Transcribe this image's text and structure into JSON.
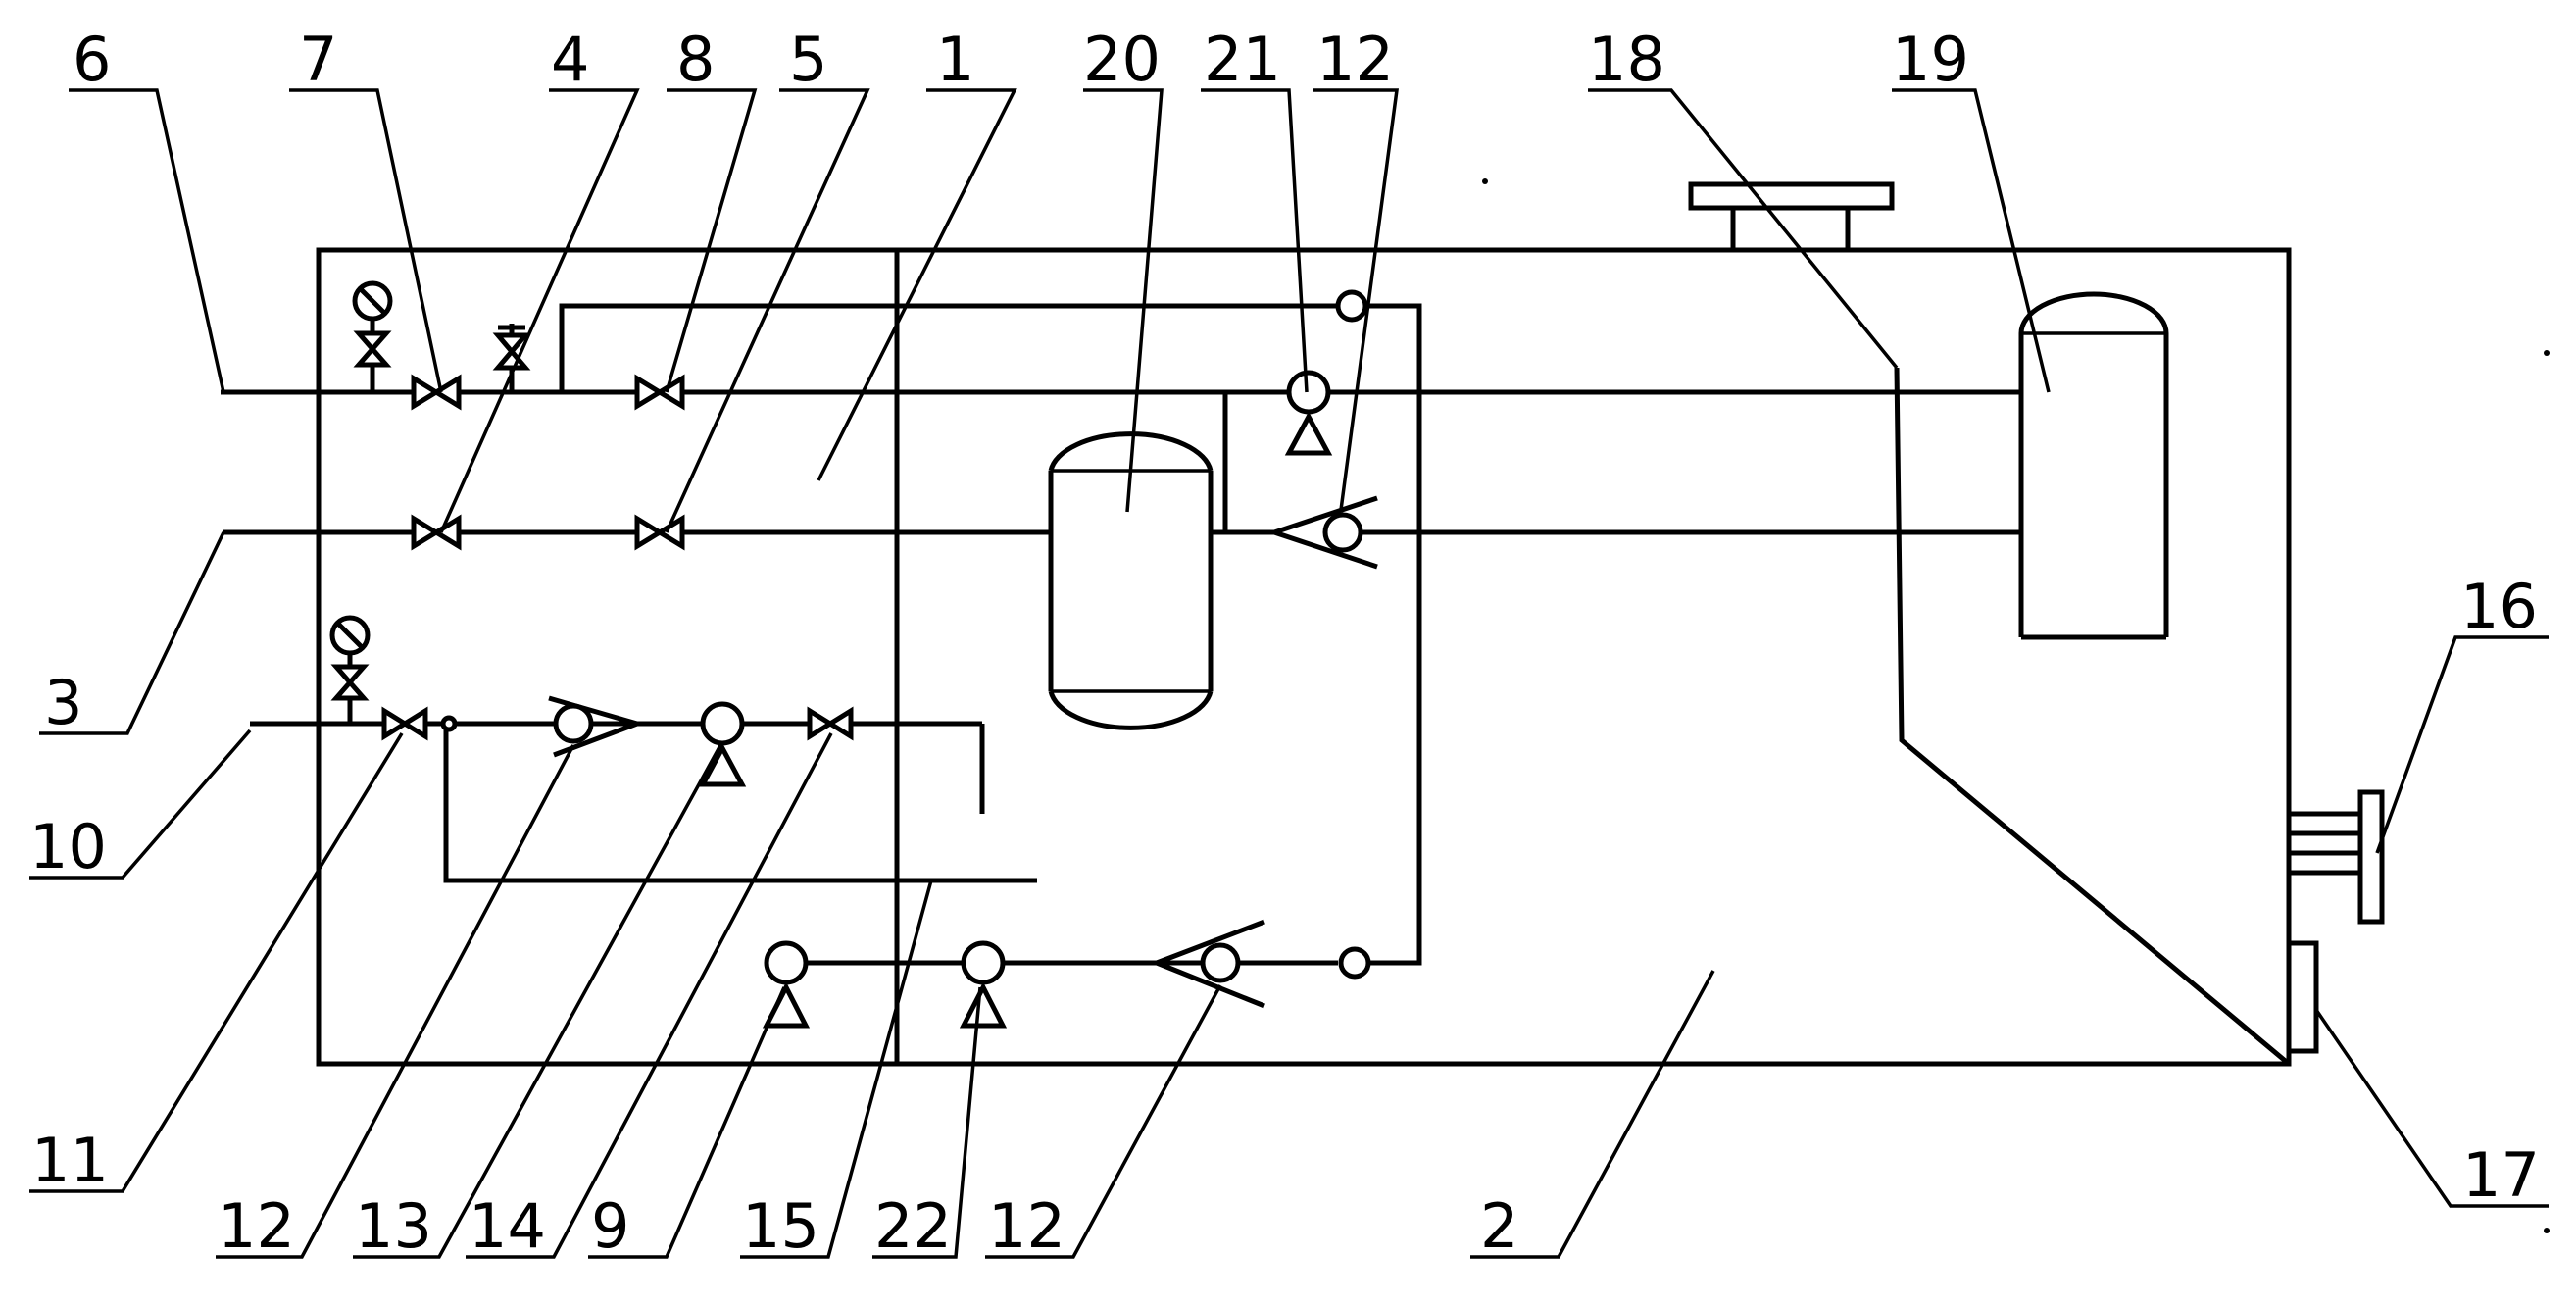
{
  "labels": {
    "l6": "6",
    "l7": "7",
    "l4": "4",
    "l8": "8",
    "l5": "5",
    "l1": "1",
    "l20": "20",
    "l21": "21",
    "l12a": "12",
    "l18": "18",
    "l19": "19",
    "l3": "3",
    "l10": "10",
    "l16": "16",
    "l11": "11",
    "l12b": "12",
    "l13": "13",
    "l14": "14",
    "l9": "9",
    "l15": "15",
    "l22": "22",
    "l12c": "12",
    "l2": "2",
    "l17": "17"
  }
}
